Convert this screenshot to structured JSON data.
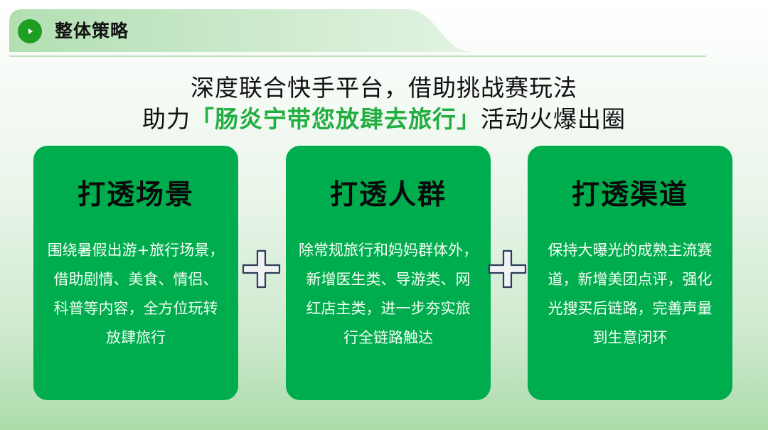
{
  "header": {
    "title": "整体策略",
    "icon": "play-circle-icon",
    "accent_color": "#1e9e22"
  },
  "headline": {
    "line1": "深度联合快手平台，借助挑战赛玩法",
    "line2_prefix": "助力",
    "line2_highlight": "「肠炎宁带您放肆去旅行」",
    "line2_suffix": "活动火爆出圈",
    "highlight_color": "#1fae3f"
  },
  "cards": [
    {
      "title": "打透场景",
      "lines": [
        "围绕暑假出游+旅行场景，",
        "借助剧情、美食、情侣、",
        "科普等内容，全方位玩转",
        "放肆旅行"
      ]
    },
    {
      "title": "打透人群",
      "lines": [
        "除常规旅行和妈妈群体外，",
        "新增医生类、导游类、网",
        "红店主类，进一步夯实旅",
        "行全链路触达"
      ]
    },
    {
      "title": "打透渠道",
      "lines": [
        "保持大曝光的成熟主流赛",
        "道，新增美团点评，强化",
        "光搜买后链路，完善声量",
        "到生意闭环"
      ]
    }
  ],
  "connectors": [
    "plus-icon",
    "plus-icon"
  ],
  "colors": {
    "card_bg": "#00ad4e",
    "card_title": "#0a0a0a",
    "card_text": "#f4fff4"
  }
}
